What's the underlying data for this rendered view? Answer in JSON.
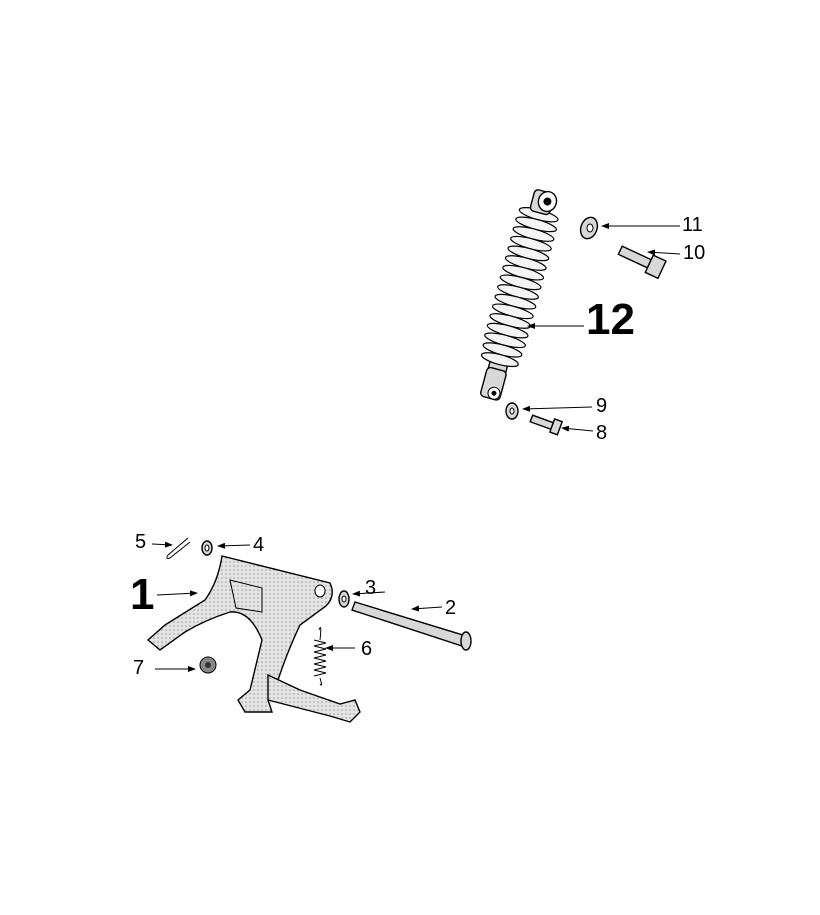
{
  "diagram": {
    "title": "Rear shock absorber and center stand exploded view",
    "colors": {
      "ink": "#000000",
      "part_fill": "#d8d8d8",
      "background": "#ffffff"
    },
    "callouts": [
      {
        "id": "1",
        "label": "1",
        "emphasis": "bold"
      },
      {
        "id": "2",
        "label": "2"
      },
      {
        "id": "3",
        "label": "3"
      },
      {
        "id": "4",
        "label": "4"
      },
      {
        "id": "5",
        "label": "5"
      },
      {
        "id": "6",
        "label": "6"
      },
      {
        "id": "7",
        "label": "7"
      },
      {
        "id": "8",
        "label": "8"
      },
      {
        "id": "9",
        "label": "9"
      },
      {
        "id": "10",
        "label": "10"
      },
      {
        "id": "11",
        "label": "11"
      },
      {
        "id": "12",
        "label": "12",
        "emphasis": "bold"
      }
    ]
  }
}
